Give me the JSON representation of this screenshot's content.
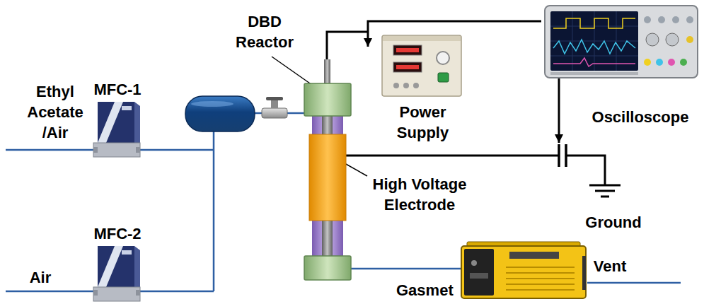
{
  "diagram": {
    "nodes": [
      {
        "text": [
          "MFC-1"
        ]
      },
      {
        "text": [
          "Power Supply"
        ]
      },
      {
        "text": [
          "Oscilloscope"
        ]
      },
      {
        "text": [
          "MFC-2"
        ]
      },
      {
        "text": [
          "Gasmet"
        ]
      }
    ],
    "edges": [
      {
        "from": 2,
        "to": 1,
        "arrow": "to"
      }
    ],
    "labels": [
      "DBD Reactor",
      "Ethyl Acetate /Air",
      "High Voltage Electrode",
      "Ground",
      "Vent",
      "Air"
    ]
  }
}
